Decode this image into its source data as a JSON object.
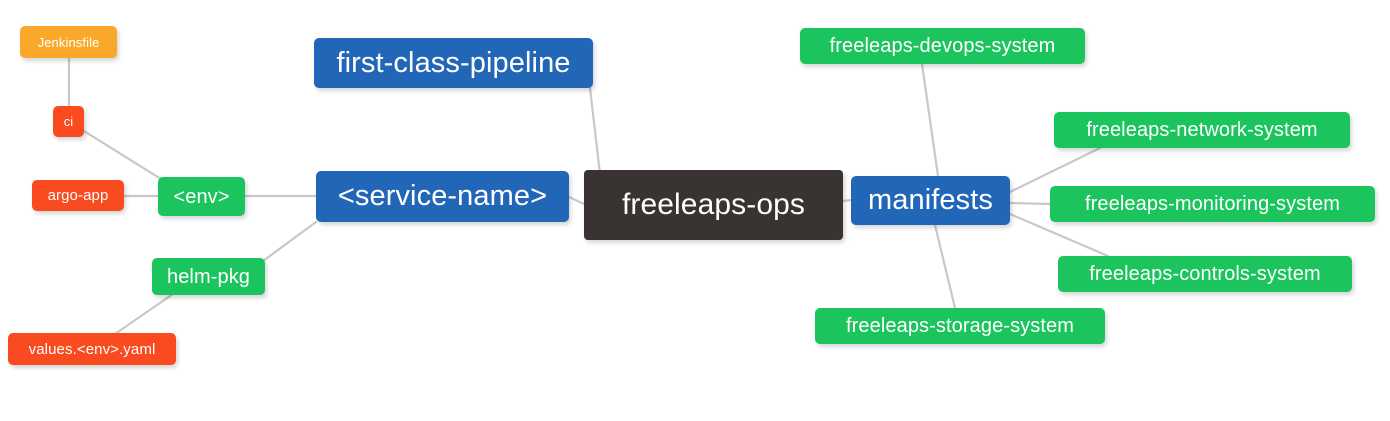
{
  "diagram": {
    "type": "mindmap",
    "title": "freeleaps-ops",
    "background_color": "#ffffff",
    "edge_color": "#c8c8c8",
    "palette": {
      "root": "#393432",
      "blue": "#2266b8",
      "green": "#1bc45c",
      "orange": "#faa82a",
      "red": "#fa4a20"
    }
  },
  "nodes": {
    "root": {
      "label": "freeleaps-ops",
      "color": "#393432"
    },
    "first_class_pipeline": {
      "label": "first-class-pipeline",
      "color": "#2266b8"
    },
    "service_name": {
      "label": "<service-name>",
      "color": "#2266b8"
    },
    "manifests": {
      "label": "manifests",
      "color": "#2266b8"
    },
    "env": {
      "label": "<env>",
      "color": "#1bc45c"
    },
    "helm_pkg": {
      "label": "helm-pkg",
      "color": "#1bc45c"
    },
    "jenkinsfile": {
      "label": "Jenkinsfile",
      "color": "#faa82a"
    },
    "ci": {
      "label": "ci",
      "color": "#fa4a20"
    },
    "argo_app": {
      "label": "argo-app",
      "color": "#fa4a20"
    },
    "values_yaml": {
      "label": "values.<env>.yaml",
      "color": "#fa4a20"
    },
    "devops_system": {
      "label": "freeleaps-devops-system",
      "color": "#1bc45c"
    },
    "network_system": {
      "label": "freeleaps-network-system",
      "color": "#1bc45c"
    },
    "monitoring_system": {
      "label": "freeleaps-monitoring-system",
      "color": "#1bc45c"
    },
    "controls_system": {
      "label": "freeleaps-controls-system",
      "color": "#1bc45c"
    },
    "storage_system": {
      "label": "freeleaps-storage-system",
      "color": "#1bc45c"
    }
  },
  "edges": [
    {
      "from": "root",
      "to": "first_class_pipeline"
    },
    {
      "from": "root",
      "to": "service_name"
    },
    {
      "from": "root",
      "to": "manifests"
    },
    {
      "from": "service_name",
      "to": "env"
    },
    {
      "from": "service_name",
      "to": "helm_pkg"
    },
    {
      "from": "env",
      "to": "ci"
    },
    {
      "from": "env",
      "to": "argo_app"
    },
    {
      "from": "ci",
      "to": "jenkinsfile"
    },
    {
      "from": "helm_pkg",
      "to": "values_yaml"
    },
    {
      "from": "manifests",
      "to": "devops_system"
    },
    {
      "from": "manifests",
      "to": "network_system"
    },
    {
      "from": "manifests",
      "to": "monitoring_system"
    },
    {
      "from": "manifests",
      "to": "controls_system"
    },
    {
      "from": "manifests",
      "to": "storage_system"
    }
  ]
}
